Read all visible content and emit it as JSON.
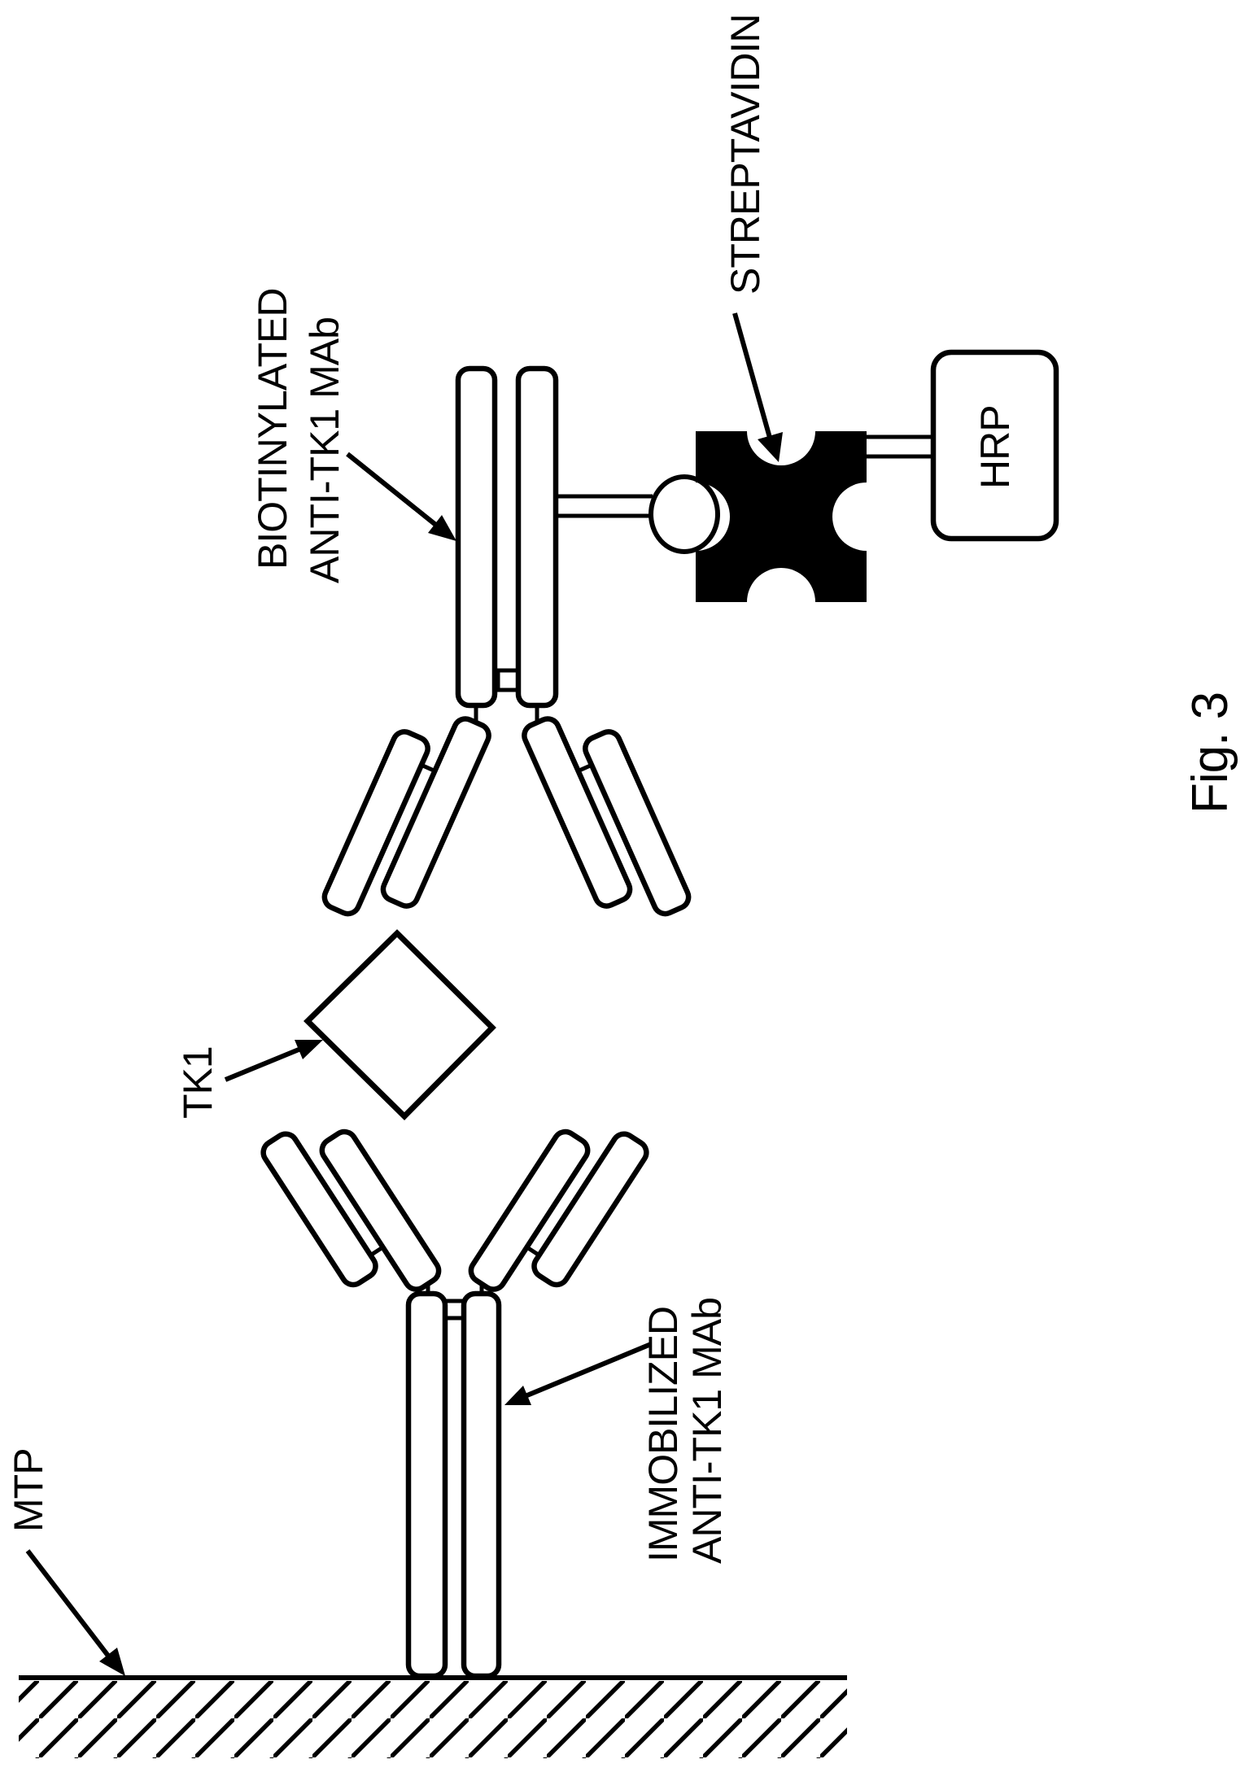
{
  "figure": {
    "caption": "Fig. 3",
    "labels": {
      "mtp": "MTP",
      "tk1": "TK1",
      "biotinylated_line1": "BIOTINYLATED",
      "biotinylated_line2": "ANTI-TK1 MAb",
      "streptavidin": "STREPTAVIDIN",
      "hrp": "HRP",
      "immobilized_line1": "IMMOBILIZED",
      "immobilized_line2": "ANTI-TK1 MAb"
    },
    "colors": {
      "ink": "#000000",
      "background": "#ffffff"
    }
  }
}
